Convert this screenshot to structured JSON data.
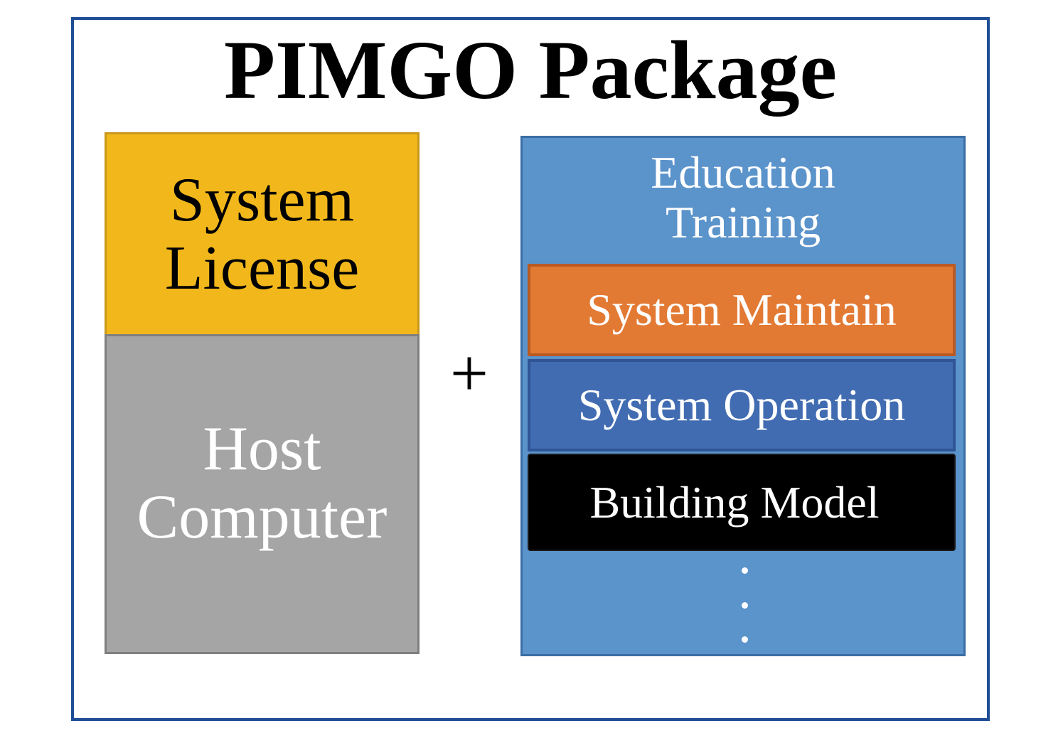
{
  "title": "PIMGO Package",
  "hardware": {
    "license_line1": "System",
    "license_line2": "License",
    "host_line1": "Host",
    "host_line2": "Computer"
  },
  "operator": "+",
  "services": {
    "header_line1": "Education",
    "header_line2": "Training",
    "items": [
      "System Maintain",
      "System Operation",
      "Building Model"
    ]
  },
  "colors": {
    "frame_border": "#1f4e96",
    "license_fill": "#f2b81b",
    "host_fill": "#a5a5a5",
    "panel_fill": "#5b93cb",
    "maintain_fill": "#e37a34",
    "operation_fill": "#416cb2",
    "model_fill": "#000000"
  }
}
